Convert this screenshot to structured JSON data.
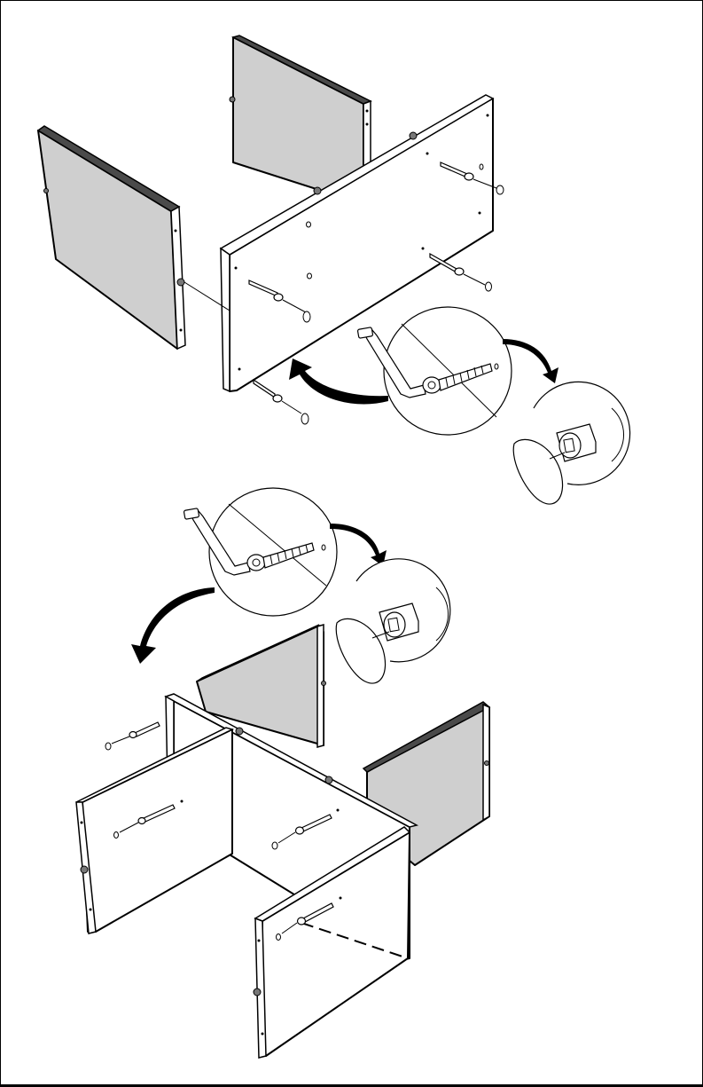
{
  "diagram": {
    "kind": "assembly-instruction-step",
    "steps": [
      {
        "id": "upper",
        "parts": [
          "left-side-panel",
          "rear-side-panel",
          "center-divider-panel"
        ],
        "fastener": "cam-bolt",
        "tool": "allen-key",
        "detail_views": 2
      },
      {
        "id": "lower",
        "parts": [
          "rear-panel",
          "right-back-panel",
          "left-front-panel",
          "right-front-panel",
          "center-panel"
        ],
        "fastener": "cam-bolt",
        "tool": "allen-key",
        "detail_views": 2
      }
    ],
    "colors": {
      "panel_face": "#cfcfcf",
      "panel_edge": "#4a4a4a",
      "line": "#000000",
      "background": "#ffffff"
    }
  }
}
